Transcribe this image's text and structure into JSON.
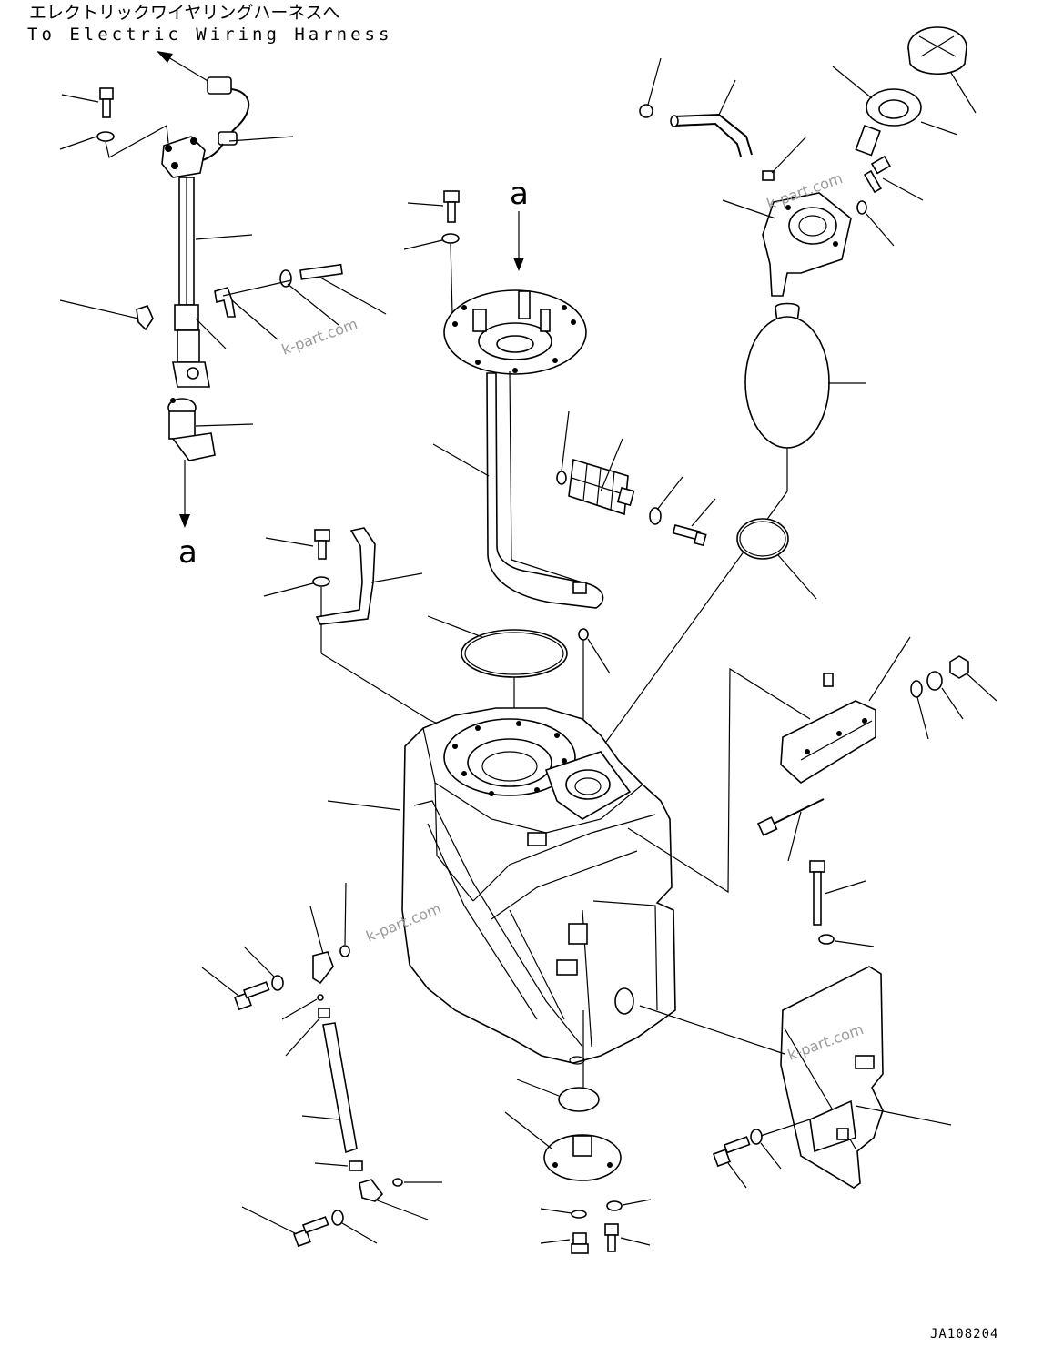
{
  "annotation": {
    "japanese": "エレクトリックワイヤリングハーネスへ",
    "english": "To Electric Wiring Harness"
  },
  "view_markers": [
    "a",
    "a"
  ],
  "watermarks": [
    "k-part.com",
    "k-part.com",
    "k-part.com",
    "k-part.com"
  ],
  "drawing_number": "JA108204"
}
